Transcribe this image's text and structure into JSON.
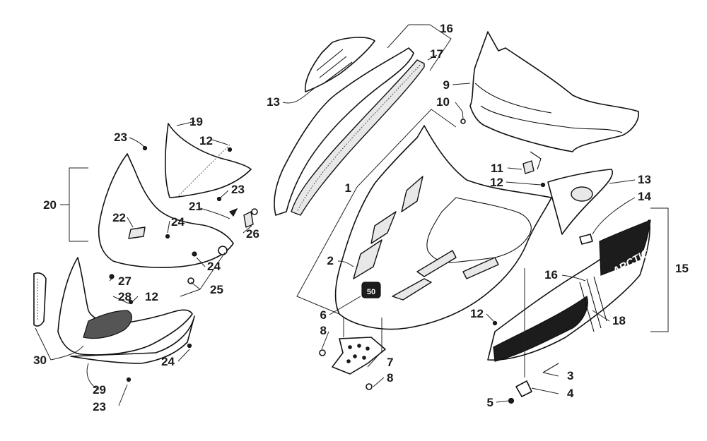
{
  "brand_text": "ARCTIC CAT",
  "decal_text": "50",
  "callouts": {
    "c1": "1",
    "c2": "2",
    "c3": "3",
    "c4": "4",
    "c5": "5",
    "c6": "6",
    "c7": "7",
    "c8a": "8",
    "c8b": "8",
    "c9": "9",
    "c10": "10",
    "c11": "11",
    "c12a": "12",
    "c12b": "12",
    "c12c": "12",
    "c12d": "12",
    "c13a": "13",
    "c13b": "13",
    "c14": "14",
    "c15": "15",
    "c16a": "16",
    "c16b": "16",
    "c17": "17",
    "c18": "18",
    "c19": "19",
    "c20": "20",
    "c21": "21",
    "c22": "22",
    "c23a": "23",
    "c23b": "23",
    "c23c": "23",
    "c24a": "24",
    "c24b": "24",
    "c24c": "24",
    "c25": "25",
    "c26": "26",
    "c27": "27",
    "c28": "28",
    "c29": "29",
    "c30": "30"
  }
}
